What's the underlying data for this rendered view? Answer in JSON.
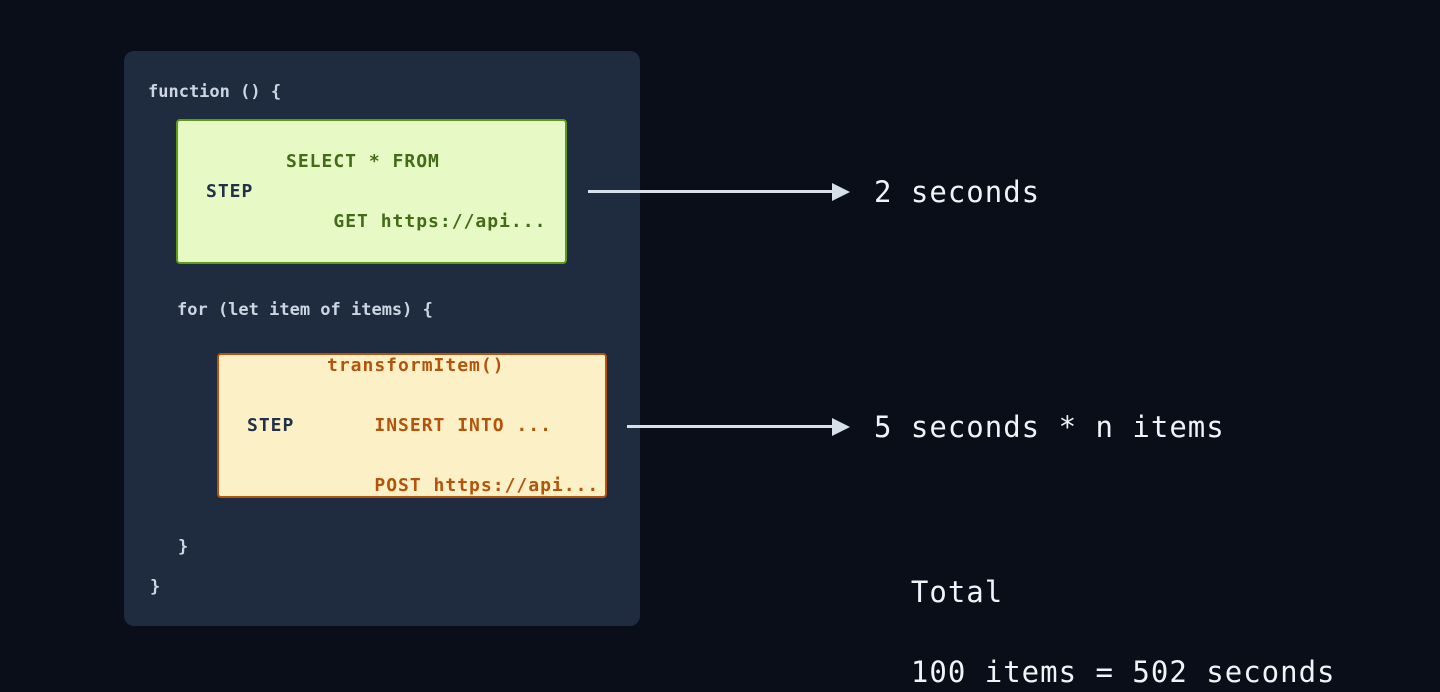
{
  "colors": {
    "page_bg": "#0a0e18",
    "panel_bg": "#1f2b3e",
    "code_text": "#ccd6e3",
    "arrow": "#d7dfe8",
    "label_text": "#f0f4f8",
    "step1_bg": "#e7f9c5",
    "step1_border": "#5d9c17",
    "step1_text": "#426c15",
    "step2_bg": "#fcf1c6",
    "step2_border": "#b5520e",
    "step2_text": "#b4540c",
    "step_label": "#22304a"
  },
  "diagram": {
    "code": {
      "function_open": "function () {",
      "for_open": "for (let item of items) {",
      "for_close": "}",
      "function_close": "}"
    },
    "step1": {
      "label": "STEP",
      "line1": "SELECT * FROM",
      "line2": "GET https://api...",
      "annotation": "2 seconds"
    },
    "step2": {
      "label": "STEP",
      "line1": "transformItem()",
      "line2": "INSERT INTO ...",
      "line3": "POST https://api...",
      "annotation": "5 seconds * n items"
    },
    "total": {
      "title": "Total",
      "value": "100 items = 502 seconds"
    }
  }
}
